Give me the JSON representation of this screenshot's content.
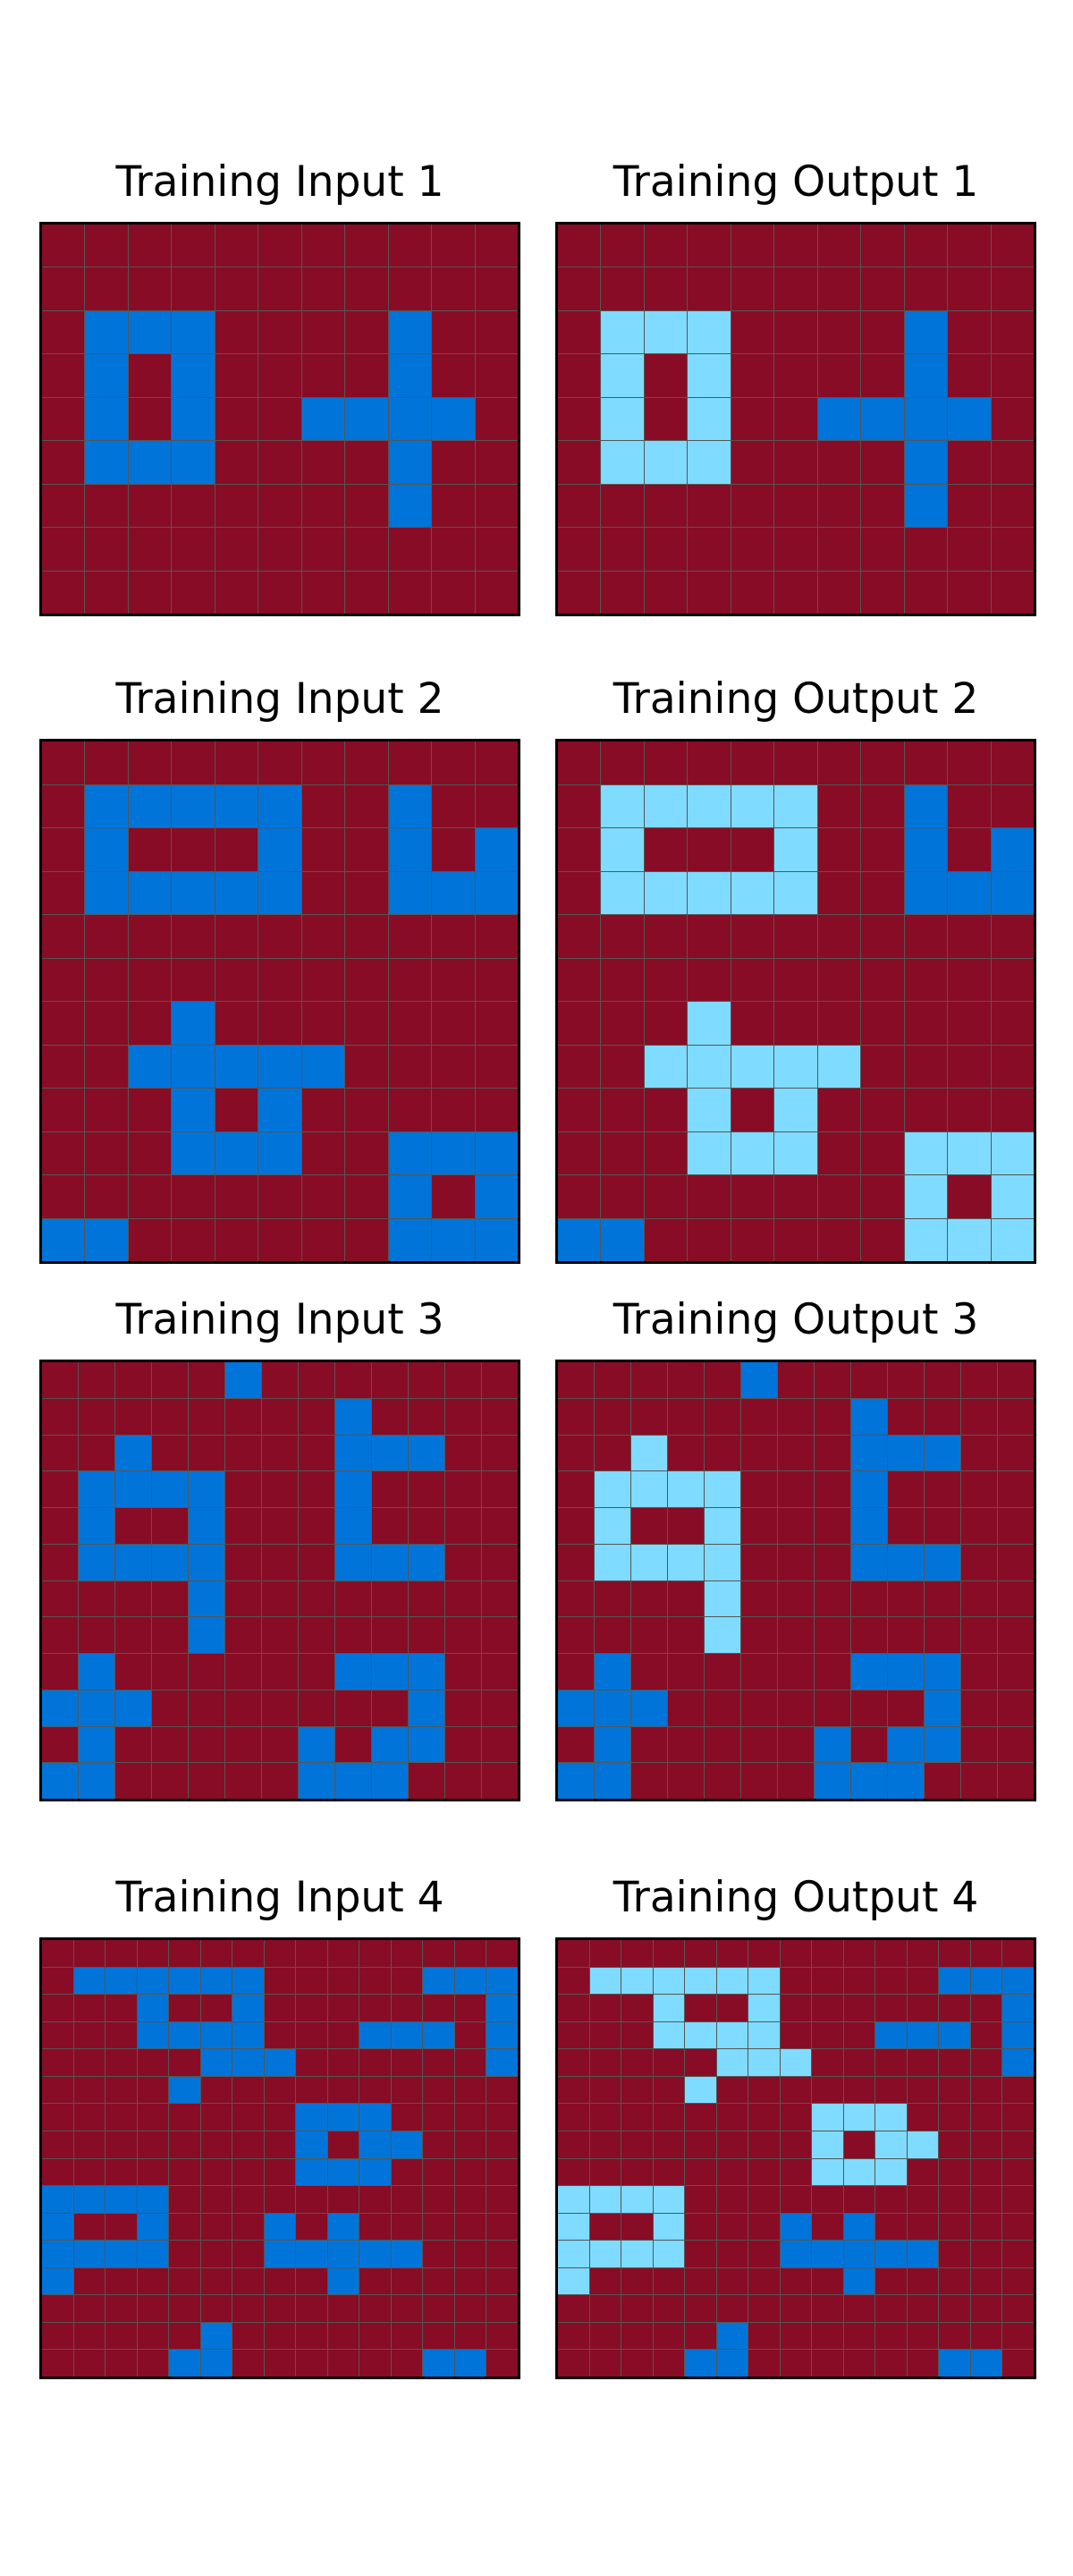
{
  "colors": {
    "0": "#880c25",
    "1": "#0074d9",
    "2": "#7fdbff",
    "gridline": "#555555",
    "border": "#000000"
  },
  "pairs": [
    {
      "input": {
        "title": "Training Input 1",
        "grid": [
          "00000000000",
          "00000000000",
          "01110000100",
          "01010000100",
          "01010011110",
          "01110000100",
          "00000000100",
          "00000000000",
          "00000000000"
        ]
      },
      "output": {
        "title": "Training Output 1",
        "grid": [
          "00000000000",
          "00000000000",
          "02220000100",
          "02020000100",
          "02020011110",
          "02220000100",
          "00000000100",
          "00000000000",
          "00000000000"
        ]
      }
    },
    {
      "input": {
        "title": "Training Input 2",
        "grid": [
          "00000000000",
          "01111100100",
          "01000100101",
          "01111100111",
          "00000000000",
          "00000000000",
          "00010000000",
          "00111110000",
          "00010100000",
          "00011100111",
          "00000000101",
          "11000000111"
        ]
      },
      "output": {
        "title": "Training Output 2",
        "grid": [
          "00000000000",
          "02222200100",
          "02000200101",
          "02222200111",
          "00000000000",
          "00000000000",
          "00020000000",
          "00222220000",
          "00020200000",
          "00022200222",
          "00000000202",
          "11000000222"
        ]
      }
    },
    {
      "input": {
        "title": "Training Input 3",
        "grid": [
          "0000010000000",
          "0000000010000",
          "0010000011100",
          "0111100010000",
          "0100100010000",
          "0111100011100",
          "0000100000000",
          "0000100000000",
          "0100000011100",
          "1110000000100",
          "0100000101100",
          "1100000111000"
        ]
      },
      "output": {
        "title": "Training Output 3",
        "grid": [
          "0000010000000",
          "0000000010000",
          "0020000011100",
          "0222200010000",
          "0200200010000",
          "0222200011100",
          "0000200000000",
          "0000200000000",
          "0100000011100",
          "1110000000100",
          "0100000101100",
          "1100000111000"
        ]
      }
    },
    {
      "input": {
        "title": "Training Input 4",
        "grid": [
          "000000000000000",
          "011111100000111",
          "000100100000001",
          "000111100011101",
          "000001110000001",
          "000010000000000",
          "000000001110000",
          "000000001011000",
          "000000001110000",
          "111100000000000",
          "100100010100000",
          "111100011111000",
          "100000000100000",
          "000000000000000",
          "000001000000000",
          "000011000000110"
        ]
      },
      "output": {
        "title": "Training Output 4",
        "grid": [
          "000000000000000",
          "022222200000111",
          "000200200000001",
          "000222200011101",
          "000002220000001",
          "000020000000000",
          "000000002220000",
          "000000002022000",
          "000000002220000",
          "222200000000000",
          "200200010100000",
          "222200011111000",
          "200000000100000",
          "000000000000000",
          "000001000000000",
          "000011000000110"
        ]
      }
    }
  ]
}
